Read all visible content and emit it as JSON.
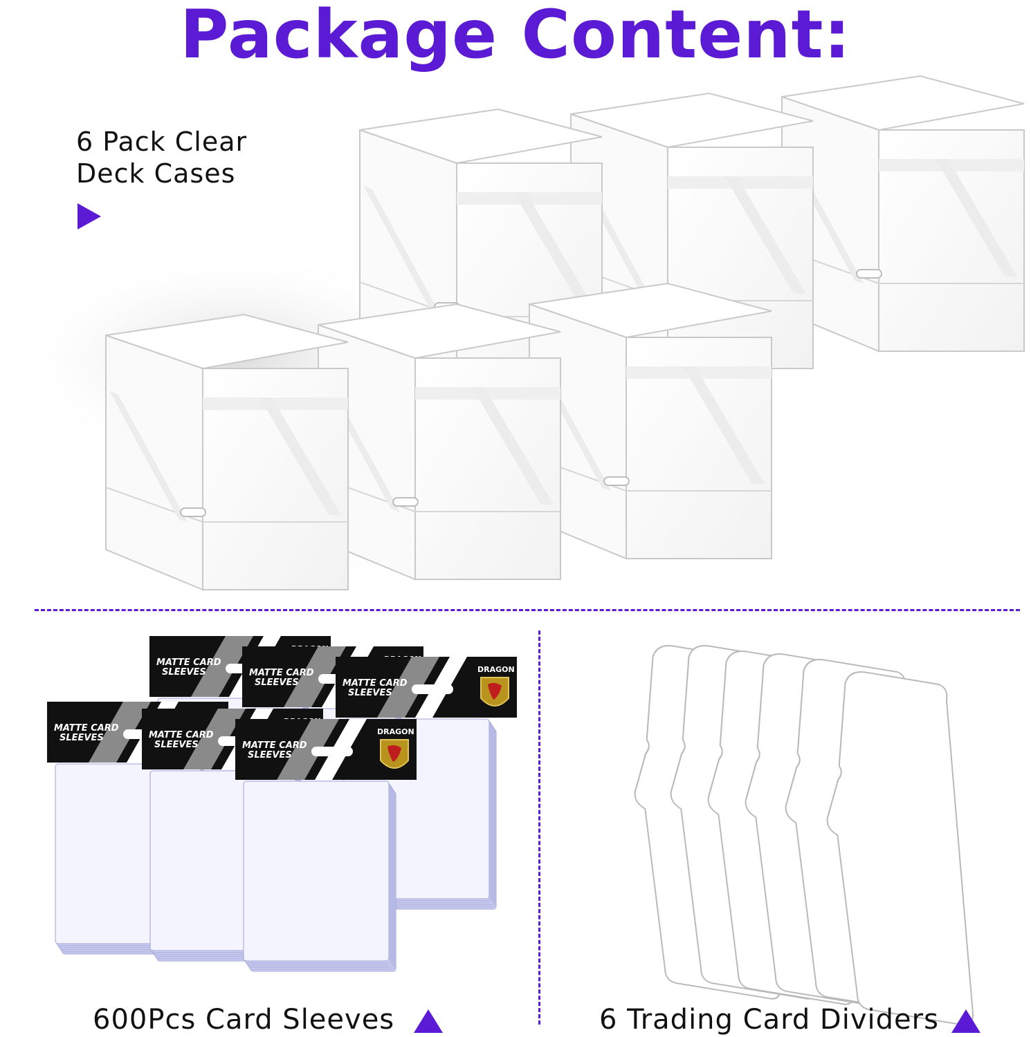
{
  "title": {
    "text": "Package Content:",
    "color": "#5b1ad3"
  },
  "deck_cases": {
    "label_line1": "6 Pack Clear",
    "label_line2": "Deck Cases",
    "count": 6
  },
  "sleeves": {
    "label": "600Pcs Card Sleeves",
    "package_text_line1": "MATTE CARD",
    "package_text_line2": "SLEEVES",
    "brand_text": "DRAGON",
    "pack_count": 6
  },
  "dividers": {
    "label": "6 Trading Card Dividers",
    "count": 6
  },
  "colors": {
    "accent": "#5b1ad3",
    "label_text": "#111111",
    "package_black": "#111111"
  },
  "icons": [
    "arrow-right-icon",
    "arrow-up-icon",
    "arrow-up-icon"
  ]
}
